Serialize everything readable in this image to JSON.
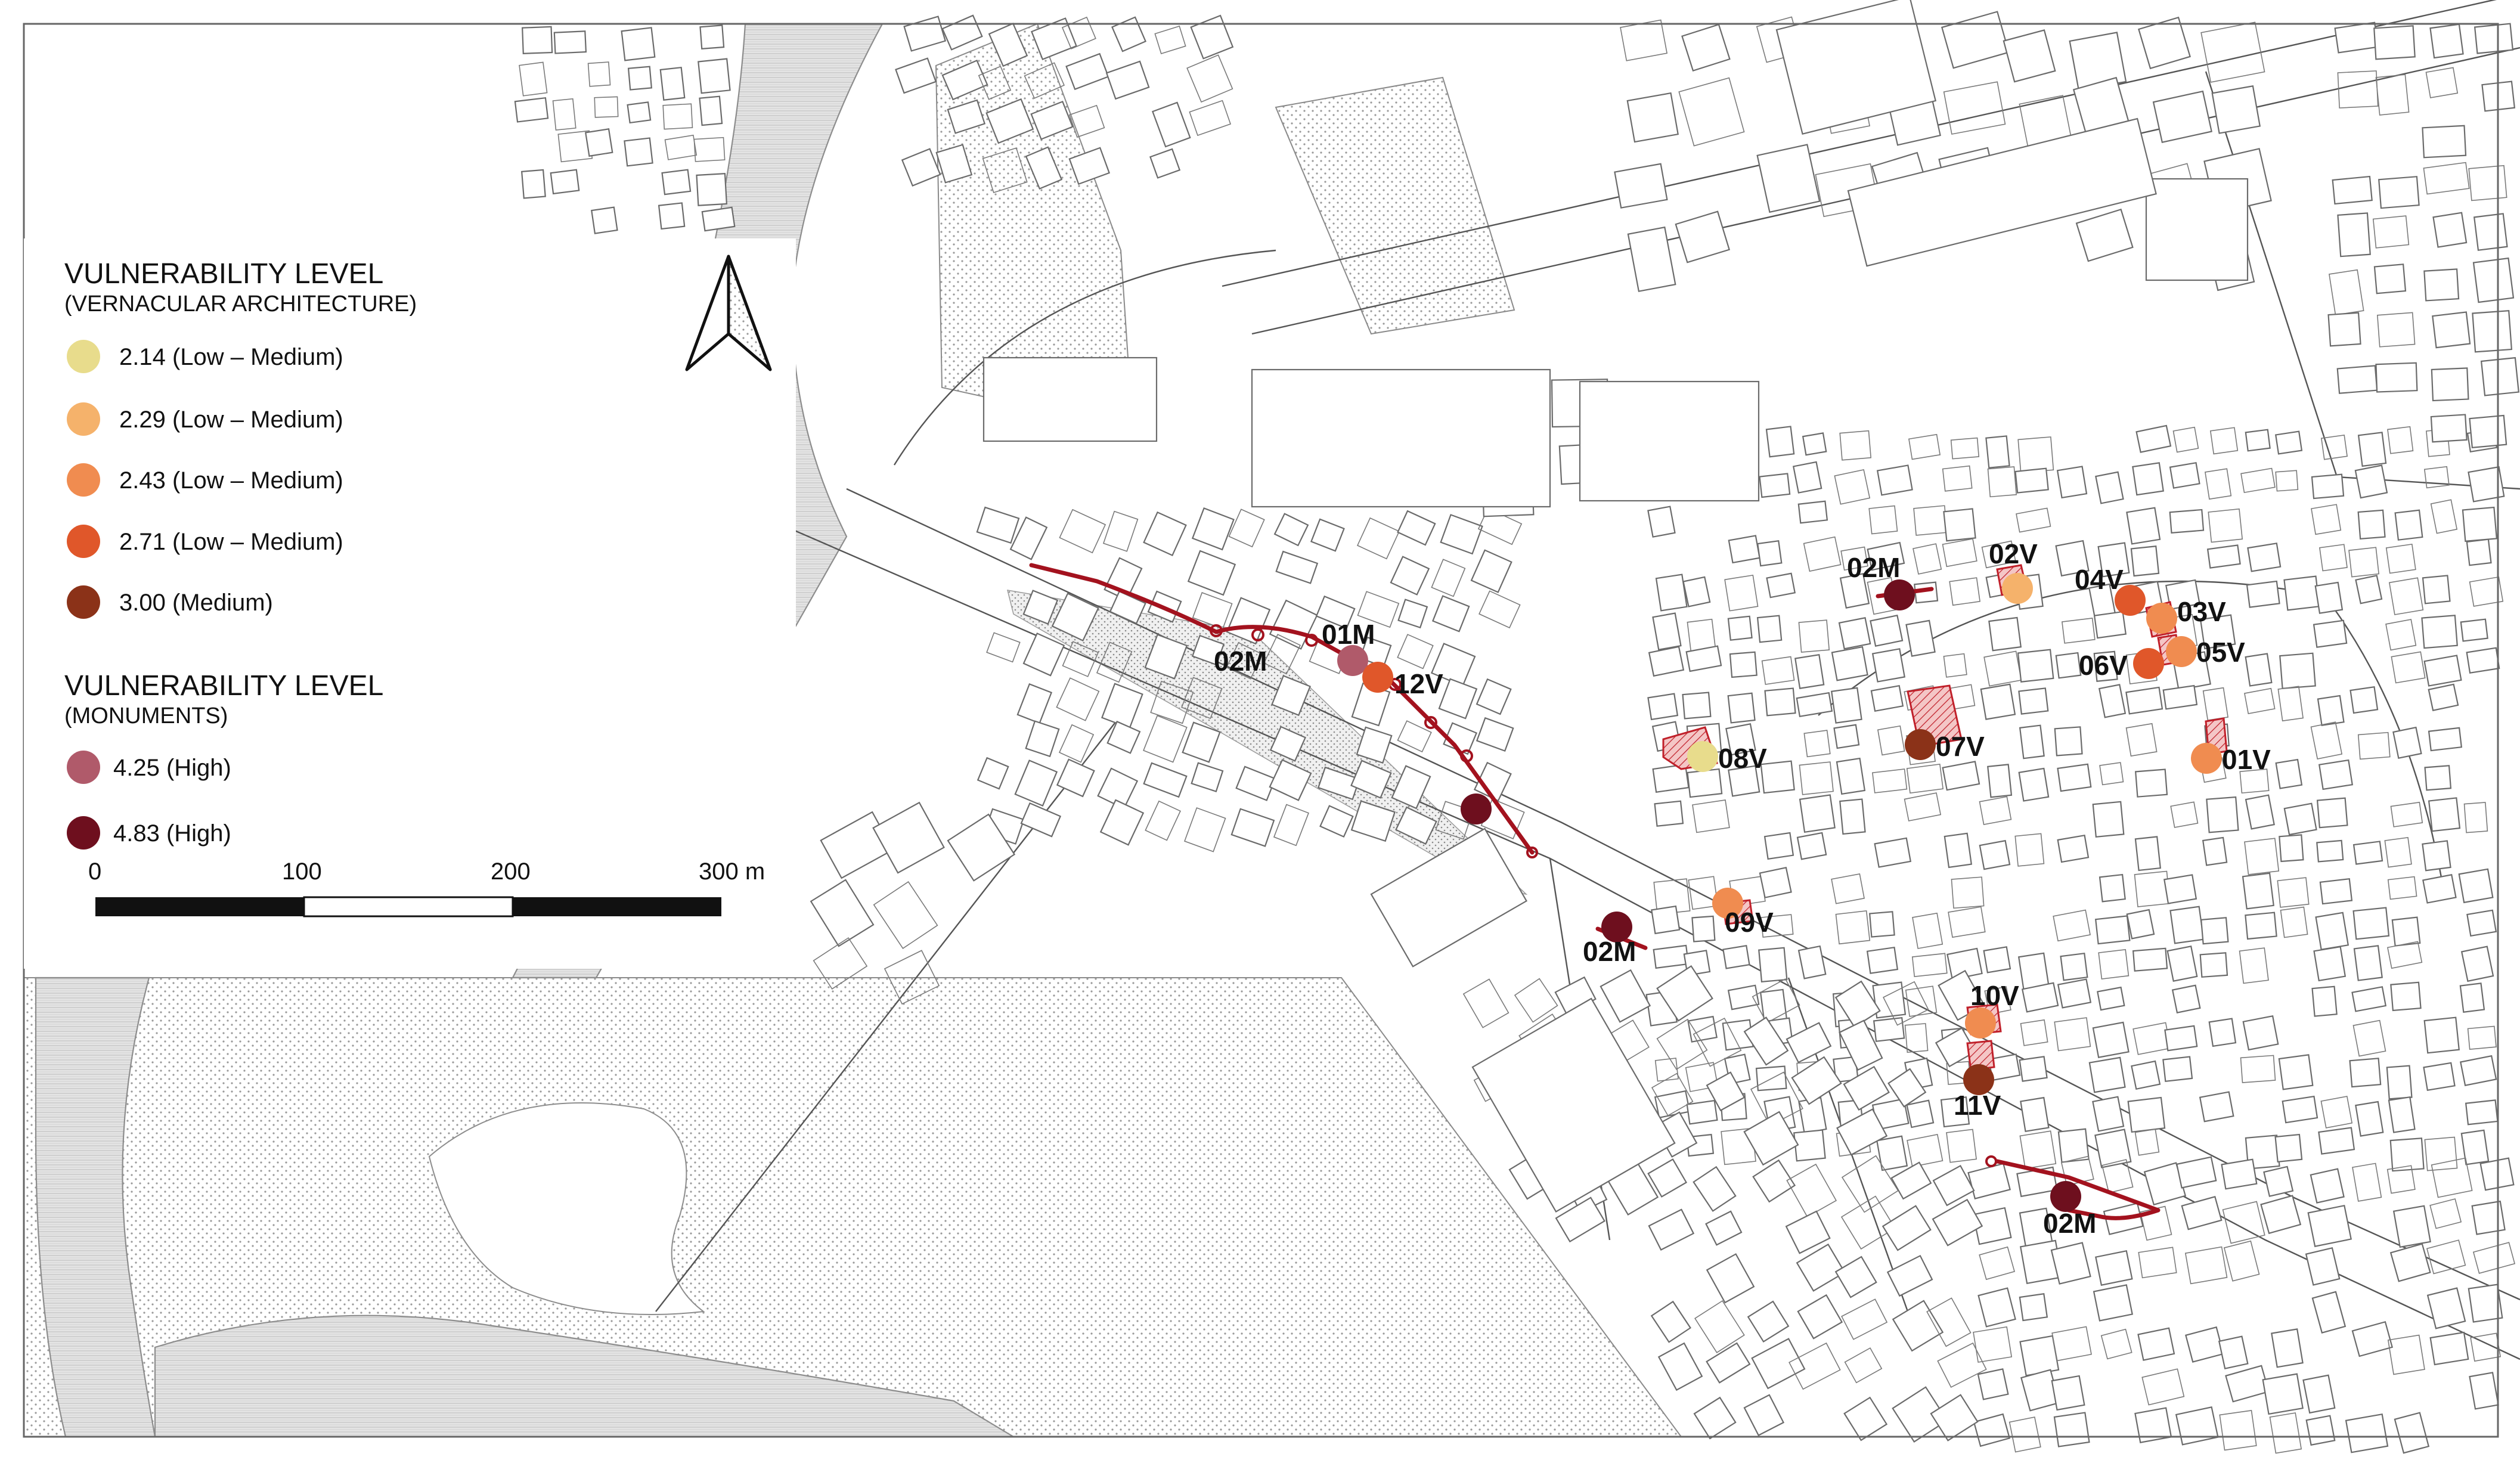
{
  "legend": {
    "vernacular_title": "VULNERABILITY LEVEL",
    "vernacular_subtitle": "(VERNACULAR ARCHITECTURE)",
    "vernacular_items": [
      {
        "label": "2.14 (Low – Medium)",
        "color": "#e8dc8c"
      },
      {
        "label": "2.29 (Low – Medium)",
        "color": "#f5b26b"
      },
      {
        "label": "2.43 (Low – Medium)",
        "color": "#f08c50"
      },
      {
        "label": "2.71 (Low – Medium)",
        "color": "#e0572a"
      },
      {
        "label": "3.00 (Medium)",
        "color": "#8b3218"
      }
    ],
    "monuments_title": "VULNERABILITY LEVEL",
    "monuments_subtitle": "(MONUMENTS)",
    "monument_items": [
      {
        "label": "4.25 (High)",
        "color": "#b05a6a"
      },
      {
        "label": "4.83 (High)",
        "color": "#6e0f1e"
      }
    ]
  },
  "scale_bar": {
    "ticks": [
      "0",
      "100",
      "200",
      "300 m"
    ]
  },
  "north_arrow": "north-arrow-icon",
  "sites": [
    {
      "id": "02M",
      "level": "4.83"
    },
    {
      "id": "01M",
      "level": "4.25"
    },
    {
      "id": "12V",
      "level": "2.71"
    },
    {
      "id": "02V",
      "level": "2.29"
    },
    {
      "id": "04V",
      "level": "2.71"
    },
    {
      "id": "03V",
      "level": "2.43"
    },
    {
      "id": "05V",
      "level": "2.43"
    },
    {
      "id": "06V",
      "level": "2.71"
    },
    {
      "id": "07V",
      "level": "3.00"
    },
    {
      "id": "08V",
      "level": "2.14"
    },
    {
      "id": "01V",
      "level": "2.43"
    },
    {
      "id": "09V",
      "level": "2.43"
    },
    {
      "id": "10V",
      "level": "2.43"
    },
    {
      "id": "11V",
      "level": "3.00"
    }
  ],
  "colors": {
    "route": "#a3121e",
    "water": "#d9d9d9",
    "dotted_area": "#e9e9e9"
  }
}
